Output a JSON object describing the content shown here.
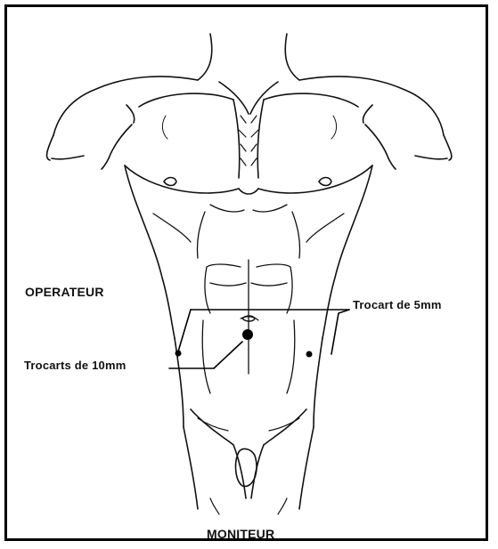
{
  "labels": {
    "operator": "OPERATEUR",
    "trocar_5mm": "Trocart de 5mm",
    "trocars_10mm": "Trocarts de 10mm",
    "monitor": "MONITEUR"
  },
  "colors": {
    "ink": "#000000",
    "background": "#ffffff"
  }
}
